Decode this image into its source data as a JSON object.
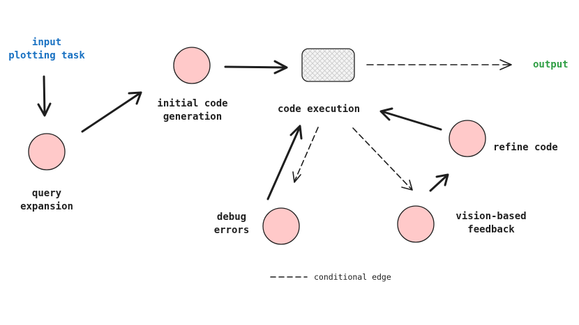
{
  "input": {
    "line1": "input",
    "line2": "plotting task"
  },
  "output": "output",
  "nodes": {
    "query_expansion": {
      "line1": "query",
      "line2": "expansion"
    },
    "initial_code_generation": {
      "line1": "initial code",
      "line2": "generation"
    },
    "code_execution": "code execution",
    "debug_errors": {
      "line1": "debug",
      "line2": "errors"
    },
    "vision_feedback": {
      "line1": "vision-based",
      "line2": "feedback"
    },
    "refine_code": "refine code"
  },
  "legend": {
    "conditional_edge": "conditional edge"
  },
  "colors": {
    "node_fill": "#ffc9c9",
    "stroke": "#1e1e1e",
    "input_text": "#1971c2",
    "output_text": "#2f9e44"
  }
}
